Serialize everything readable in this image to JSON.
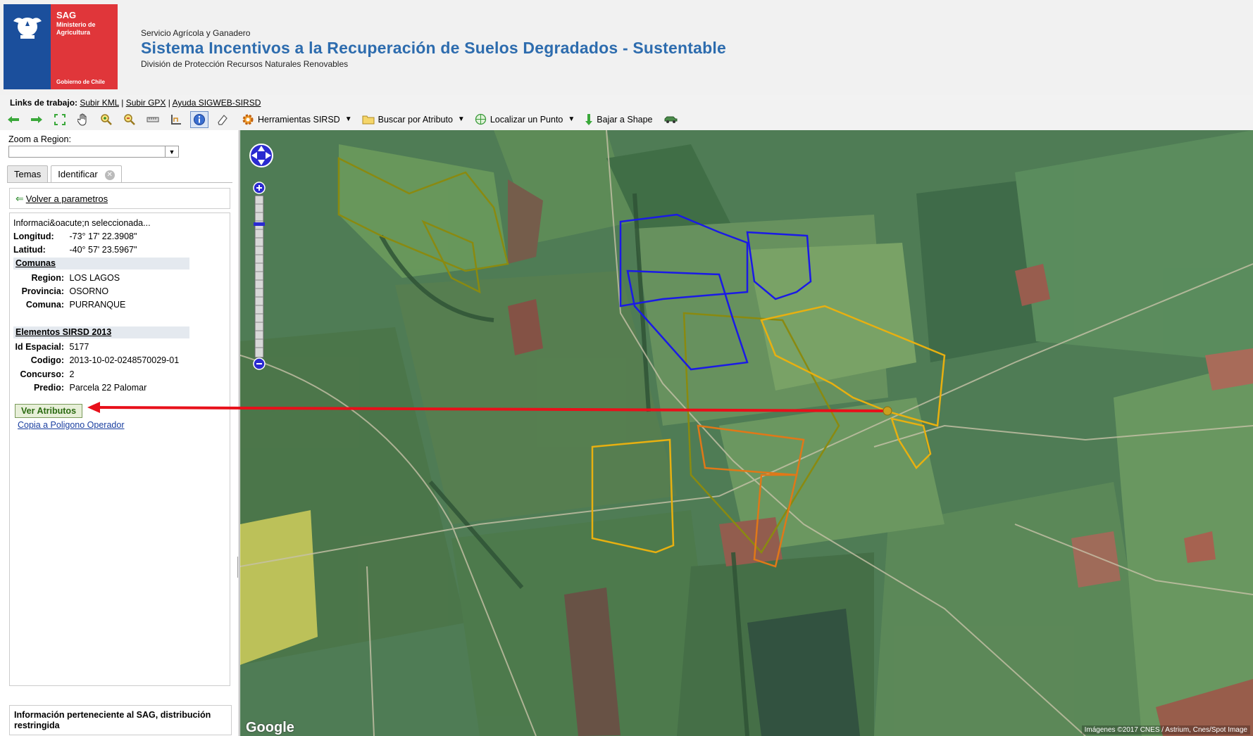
{
  "header": {
    "logo": {
      "line1": "SAG",
      "line2": "Ministerio de Agricultura",
      "line3": "Gobierno de Chile"
    },
    "org_name": "Servicio Agrícola y Ganadero",
    "title": "Sistema Incentivos a la Recuperación de Suelos Degradados - Sustentable",
    "division": "División de Protección Recursos Naturales Renovables"
  },
  "links": {
    "label": "Links de trabajo:",
    "items": [
      "Subir KML",
      "Subir GPX",
      "Ayuda SIGWEB-SIRSD"
    ],
    "sep": " | "
  },
  "toolbar": {
    "icons": [
      "back-arrow-icon",
      "forward-arrow-icon",
      "full-extent-icon",
      "pan-hand-icon",
      "zoom-in-icon",
      "zoom-out-icon",
      "measure-icon",
      "area-icon",
      "identify-icon",
      "eraser-icon"
    ],
    "active_icon": "identify-icon",
    "menus": {
      "herramientas": "Herramientas SIRSD",
      "buscar": "Buscar por Atributo",
      "localizar": "Localizar un Punto",
      "bajar": "Bajar a Shape"
    }
  },
  "left_panel": {
    "zoom_label": "Zoom a Region:",
    "zoom_value": "",
    "tabs": [
      "Temas",
      "Identificar"
    ],
    "active_tab": "Identificar",
    "back_link": "Volver a parametros",
    "info": {
      "header": "Informaci&oacute;n seleccionada...",
      "longitud": {
        "label": "Longitud:",
        "value": "-73° 17' 22.3908\""
      },
      "latitud": {
        "label": "Latitud:",
        "value": "-40° 57' 23.5967\""
      },
      "comunas": {
        "title": "Comunas",
        "region": {
          "label": "Region:",
          "value": "LOS LAGOS"
        },
        "provincia": {
          "label": "Provincia:",
          "value": "OSORNO"
        },
        "comuna": {
          "label": "Comuna:",
          "value": "PURRANQUE"
        }
      },
      "elementos": {
        "title": "Elementos SIRSD 2013",
        "id_espacial": {
          "label": "Id Espacial:",
          "value": "5177"
        },
        "codigo": {
          "label": "Codigo:",
          "value": "2013-10-02-0248570029-01"
        },
        "concurso": {
          "label": "Concurso:",
          "value": "2"
        },
        "predio": {
          "label": "Predio:",
          "value": "Parcela 22 Palomar"
        }
      },
      "ver_atributos": "Ver Atributos",
      "copia_link": "Copia a Poligono Operador"
    },
    "footer": "Información perteneciente al SAG, distribución restringida"
  },
  "map": {
    "logo": "Google",
    "credit": "Imágenes ©2017 CNES / Astrium, Cnes/Spot Image",
    "polygon_colors": {
      "blue": "#1a1ae6",
      "olive": "#8a8a10",
      "yellow": "#e8b010",
      "orange": "#e07818"
    },
    "pointer_color": "#e8101a"
  }
}
